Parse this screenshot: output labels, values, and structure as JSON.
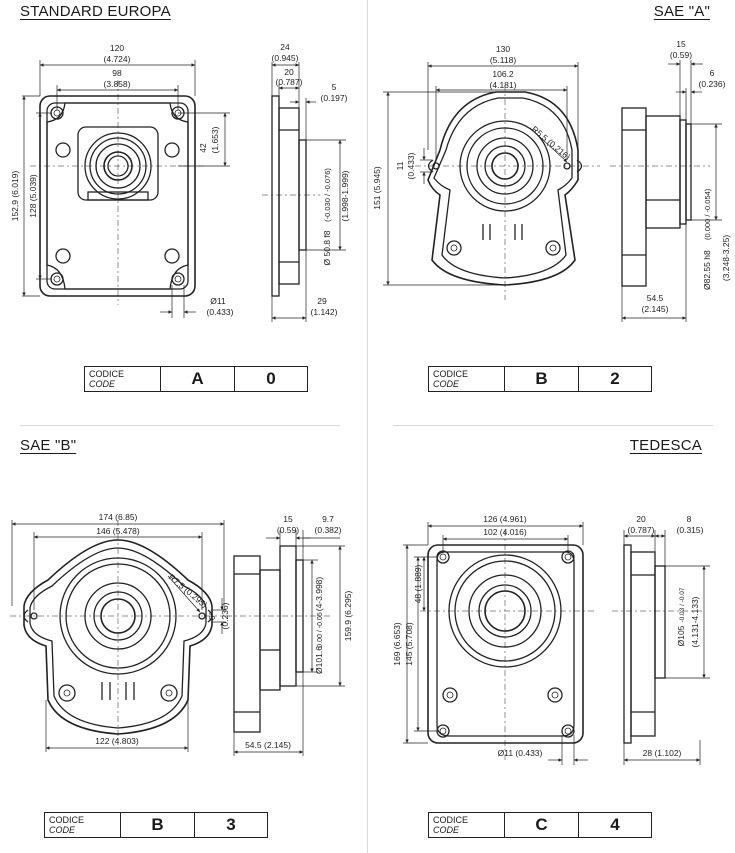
{
  "panels": {
    "standard_europa": {
      "title": "STANDARD EUROPA",
      "dims": {
        "w120": "120",
        "w120i": "(4.724)",
        "w98": "98",
        "w98i": "(3.858)",
        "h42": "42",
        "h42i": "(1.653)",
        "h152": "152,9 (6.019)",
        "h128": "128 (5.039)",
        "d11": "Ø11",
        "d11i": "(0.433)",
        "s24": "24",
        "s24i": "(0.945)",
        "s20": "20",
        "s20i": "(0.787)",
        "s5": "5",
        "s5i": "(0.197)",
        "s29": "29",
        "s29i": "(1.142)",
        "sd": "Ø 50.8 f8",
        "sd_tol": "(-0.030 / -0.076)",
        "sd_in": "(1.998-1.999)"
      },
      "code": {
        "label1": "CODICE",
        "label2": "CODE",
        "c1": "A",
        "c2": "0"
      }
    },
    "sae_a": {
      "title": "SAE \"A\"",
      "dims": {
        "w130": "130",
        "w130i": "(5.118)",
        "w106": "106.2",
        "w106i": "(4.181)",
        "r": "R5.5 (0.216)",
        "h151": "151 (5.945)",
        "h11": "11",
        "h11i": "(0.433)",
        "s15": "15",
        "s15i": "(0.59)",
        "s6": "6",
        "s6i": "(0.236)",
        "s54": "54.5",
        "s54i": "(2.145)",
        "sd": "Ø82.55 h8",
        "sd_tol": "(0.000 / -0.054)",
        "sd_in": "(3.248-3.25)"
      },
      "code": {
        "label1": "CODICE",
        "label2": "CODE",
        "c1": "B",
        "c2": "2"
      }
    },
    "sae_b": {
      "title": "SAE \"B\"",
      "dims": {
        "w174": "174 (6.85)",
        "w146": "146 (5.478)",
        "r": "R7.5 (0.295)",
        "deg": "6°",
        "degi": "(0.236)",
        "w122": "122 (4.803)",
        "s15": "15",
        "s15i": "(0.59)",
        "s97": "9.7",
        "s97i": "(0.382)",
        "s54": "54.5 (2.145)",
        "sd": "Ø101.6",
        "sd_tol": "0.00 / -0.05",
        "sd_in": "(4-3.998)",
        "h159": "159.9 (6.295)"
      },
      "code": {
        "label1": "CODICE",
        "label2": "CODE",
        "c1": "B",
        "c2": "3"
      }
    },
    "tedesca": {
      "title": "TEDESCA",
      "dims": {
        "w126": "126 (4.961)",
        "w102": "102 (4.016)",
        "h48": "48 (1.889)",
        "h169": "169 (6.653)",
        "h145": "145 (5.708)",
        "d11": "Ø11 (0.433)",
        "s20": "20",
        "s20i": "(0.787)",
        "s8": "8",
        "s8i": "(0.315)",
        "s28": "28 (1.102)",
        "sd": "Ø105",
        "sd_tol": "-0.03 / -0.07",
        "sd_in": "(4.131-4.133)"
      },
      "code": {
        "label1": "CODICE",
        "label2": "CODE",
        "c1": "C",
        "c2": "4"
      }
    }
  }
}
